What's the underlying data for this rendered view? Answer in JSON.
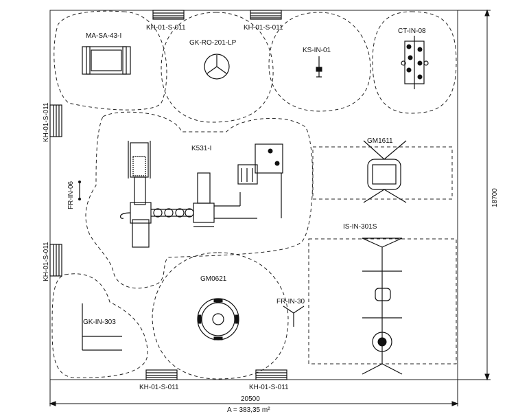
{
  "equipment": {
    "ma_sa": "MA-SA-43-I",
    "gk_ro": "GK-RO-201-LP",
    "ks_in": "KS-IN-01",
    "ct_in": "CT-IN-08",
    "k531": "K531-I",
    "gm1611": "GM1611",
    "fr_in_06": "FR-IN-06",
    "is_in": "IS-IN-301S",
    "gm0621": "GM0621",
    "fr_in_30": "FR-IN-30",
    "gk_in": "GK-IN-303"
  },
  "benches": {
    "top_left": "KH-01-S-011",
    "top_right": "KH-01-S-011",
    "left_upper": "KH-01-S-011",
    "left_lower": "KH-01-S-011",
    "bottom_left": "KH-01-S-011",
    "bottom_right": "KH-01-S-011"
  },
  "dimensions": {
    "width": "20500",
    "height": "18700",
    "area": "A = 383,35 m²"
  }
}
